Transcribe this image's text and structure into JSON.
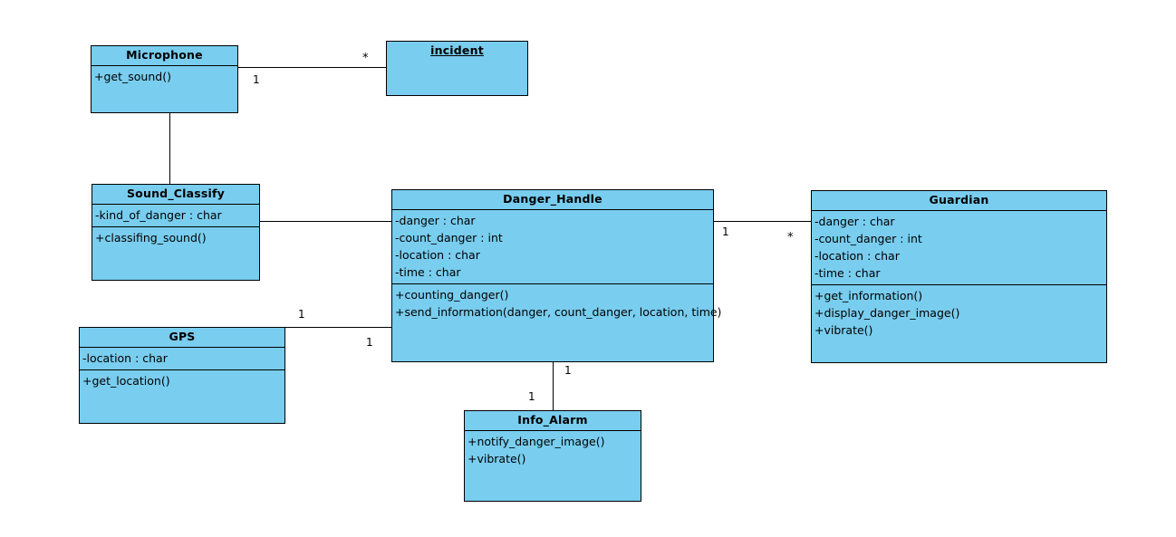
{
  "diagram": {
    "type": "uml-class-diagram",
    "background": "#ffffff",
    "class_fill": "#79CDEF",
    "border_color": "#000000",
    "classes": [
      {
        "id": "microphone",
        "name": "Microphone",
        "underlined": false,
        "attributes": [],
        "operations": [
          "+get_sound()"
        ]
      },
      {
        "id": "incident",
        "name": "incident",
        "underlined": true,
        "attributes": [],
        "operations": []
      },
      {
        "id": "sound_classify",
        "name": "Sound_Classify",
        "underlined": false,
        "attributes": [
          "-kind_of_danger : char"
        ],
        "operations": [
          "+classifing_sound()"
        ]
      },
      {
        "id": "danger_handle",
        "name": "Danger_Handle",
        "underlined": false,
        "attributes": [
          "-danger : char",
          "-count_danger : int",
          "-location : char",
          "-time : char"
        ],
        "operations": [
          "+counting_danger()",
          "+send_information(danger, count_danger, location, time)"
        ]
      },
      {
        "id": "guardian",
        "name": "Guardian",
        "underlined": false,
        "attributes": [
          "-danger : char",
          "-count_danger : int",
          "-location : char",
          "-time : char"
        ],
        "operations": [
          "+get_information()",
          "+display_danger_image()",
          "+vibrate()"
        ]
      },
      {
        "id": "gps",
        "name": "GPS",
        "underlined": false,
        "attributes": [
          "-location : char"
        ],
        "operations": [
          "+get_location()"
        ]
      },
      {
        "id": "info_alarm",
        "name": "Info_Alarm",
        "underlined": false,
        "attributes": [],
        "operations": [
          "+notify_danger_image()",
          "+vibrate()"
        ]
      }
    ],
    "associations": [
      {
        "id": "microphone-incident",
        "from": "microphone",
        "to": "incident",
        "from_multiplicity": "1",
        "to_multiplicity": "*"
      },
      {
        "id": "microphone-sound_classify",
        "from": "microphone",
        "to": "sound_classify",
        "from_multiplicity": "",
        "to_multiplicity": ""
      },
      {
        "id": "sound_classify-danger_handle",
        "from": "sound_classify",
        "to": "danger_handle",
        "from_multiplicity": "",
        "to_multiplicity": ""
      },
      {
        "id": "danger_handle-guardian",
        "from": "danger_handle",
        "to": "guardian",
        "from_multiplicity": "1",
        "to_multiplicity": "*"
      },
      {
        "id": "gps-danger_handle",
        "from": "gps",
        "to": "danger_handle",
        "from_multiplicity": "1",
        "to_multiplicity": "1"
      },
      {
        "id": "danger_handle-info_alarm",
        "from": "danger_handle",
        "to": "info_alarm",
        "from_multiplicity": "1",
        "to_multiplicity": "1"
      }
    ]
  }
}
